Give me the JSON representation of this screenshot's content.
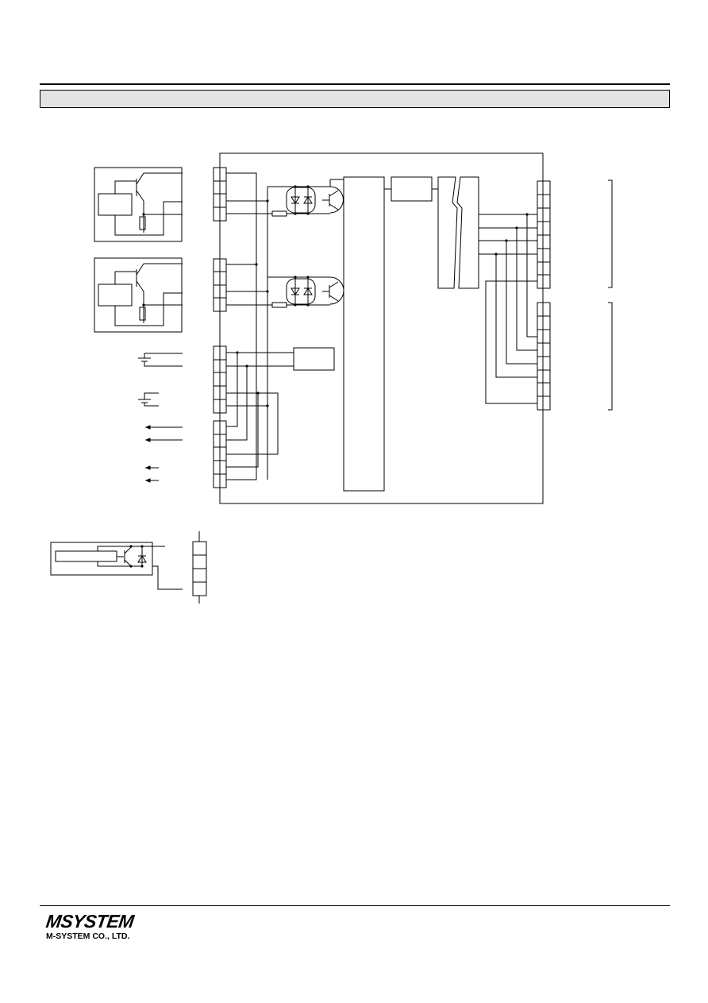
{
  "header": {
    "section_title": ""
  },
  "diagram": {
    "kind": "connection-diagram",
    "labels": []
  },
  "footer": {
    "brand_logo": "MSYSTEM",
    "company_name": "M-SYSTEM CO., LTD."
  }
}
